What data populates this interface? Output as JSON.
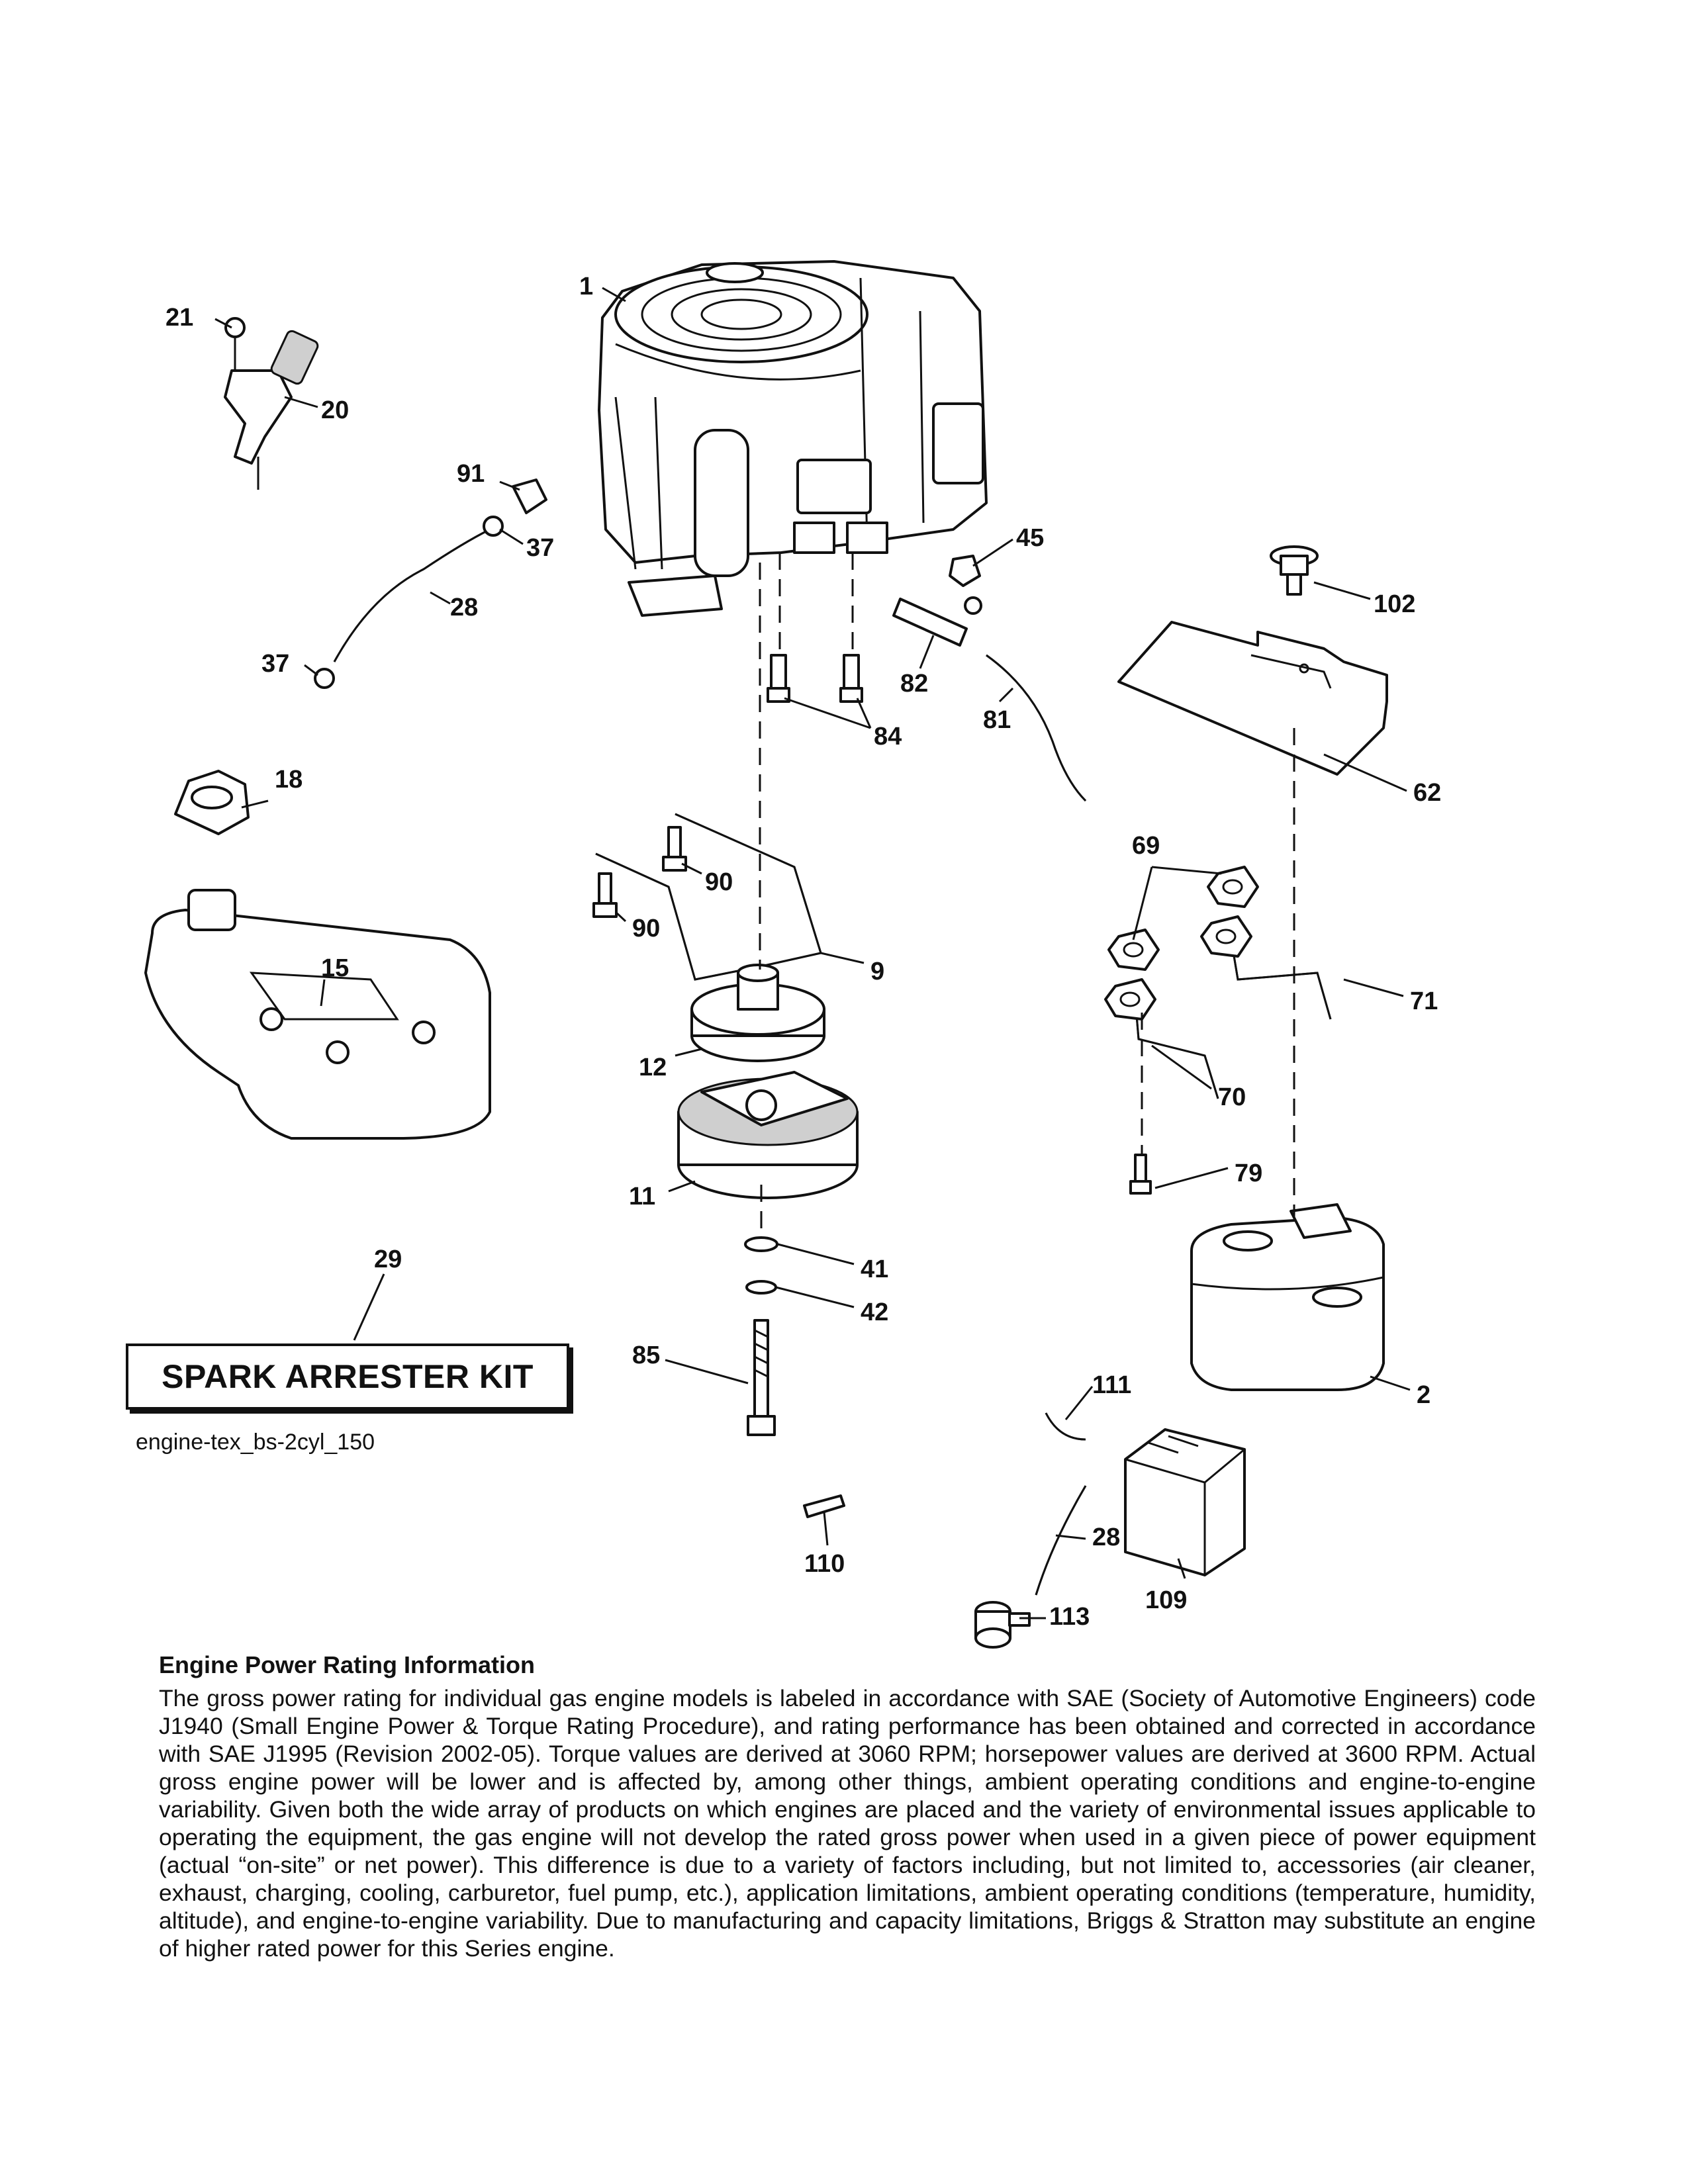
{
  "callouts": {
    "c1": "1",
    "c2": "2",
    "c9": "9",
    "c11": "11",
    "c12": "12",
    "c15": "15",
    "c18": "18",
    "c20": "20",
    "c21": "21",
    "c28a": "28",
    "c28b": "28",
    "c29": "29",
    "c37a": "37",
    "c37b": "37",
    "c41": "41",
    "c42": "42",
    "c45": "45",
    "c62": "62",
    "c69": "69",
    "c70": "70",
    "c71": "71",
    "c79": "79",
    "c81": "81",
    "c82": "82",
    "c84": "84",
    "c85": "85",
    "c90a": "90",
    "c90b": "90",
    "c91": "91",
    "c102": "102",
    "c109": "109",
    "c110": "110",
    "c111": "111",
    "c113": "113"
  },
  "kit_label": "SPARK ARRESTER KIT",
  "diagram_id": "engine-tex_bs-2cyl_150",
  "rating": {
    "title": "Engine Power Rating Information",
    "body": "The gross power rating for individual gas engine models is labeled in accordance with SAE (Society of Automotive Engineers) code J1940 (Small Engine Power & Torque Rating Procedure), and rating performance has been obtained and corrected in accordance with SAE J1995 (Revision 2002-05). Torque values are derived at 3060 RPM; horsepower values are derived at 3600 RPM. Actual gross engine power will be lower and is affected by, among other things, ambient operating conditions and engine-to-engine variability. Given both the wide array of products on which engines are placed and the variety of environmental issues applicable to operating the equipment, the gas engine will not develop the rated gross power when used in a given piece of power equipment (actual “on-site” or net power). This difference is due to a variety of factors including, but not limited to, accessories (air cleaner, exhaust, charging, cooling, carburetor, fuel pump, etc.), application limitations, ambient operating conditions (temperature, humidity, altitude), and engine-to-engine variability. Due to manufacturing and capacity limitations, Briggs & Stratton may substitute an engine of higher rated power for this Series engine."
  }
}
